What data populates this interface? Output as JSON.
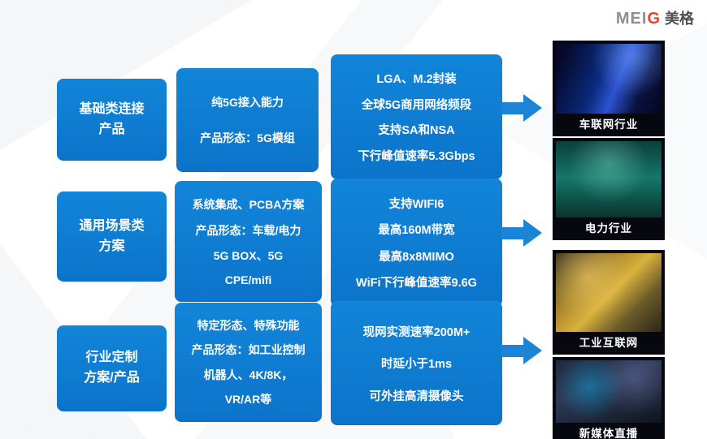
{
  "logo": {
    "latin_prefix": "MEI",
    "latin_g": "G",
    "cn": "美格"
  },
  "colors": {
    "box_blue": "#0b74ca",
    "arrow_blue": "#1b84d7"
  },
  "flow": {
    "rows": [
      {
        "category": {
          "lines": [
            "基础类连接",
            "产品"
          ]
        },
        "capability": {
          "lines": [
            "纯5G接入能力",
            "产品形态：5G模组"
          ]
        },
        "detail": {
          "lines": [
            "LGA、M.2封装",
            "全球5G商用网络频段",
            "支持SA和NSA",
            "下行峰值速率5.3Gbps"
          ]
        }
      },
      {
        "category": {
          "lines": [
            "通用场景类",
            "方案"
          ]
        },
        "capability": {
          "lines": [
            "系统集成、PCBA方案",
            "产品形态：车载/电力",
            "5G BOX、5G",
            "CPE/mifi"
          ]
        },
        "detail": {
          "lines": [
            "支持WIFI6",
            "最高160M带宽",
            "最高8x8MIMO",
            "WiFi下行峰值速率9.6G"
          ]
        }
      },
      {
        "category": {
          "lines": [
            "行业定制",
            "方案/产品"
          ]
        },
        "capability": {
          "lines": [
            "特定形态、特殊功能",
            "产品形态：如工业控制",
            "机器人、4K/8K，",
            "VR/AR等"
          ]
        },
        "detail": {
          "lines": [
            "现网实测速率200M+",
            "时延小于1ms",
            "可外挂高清摄像头"
          ]
        }
      }
    ]
  },
  "industries": [
    {
      "label": "车联网行业"
    },
    {
      "label": "电力行业"
    },
    {
      "label": "工业互联网"
    },
    {
      "label": "新媒体直播"
    }
  ]
}
